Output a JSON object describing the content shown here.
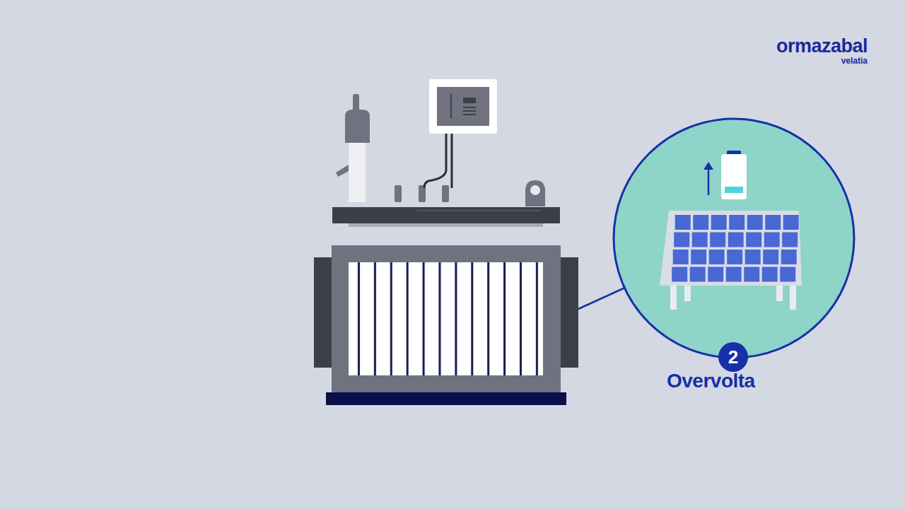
{
  "diagram": {
    "nodes": [
      {
        "text": [
          "2"
        ]
      }
    ],
    "labels": [
      "ormazabal",
      "velatia",
      "Overvolta"
    ]
  }
}
